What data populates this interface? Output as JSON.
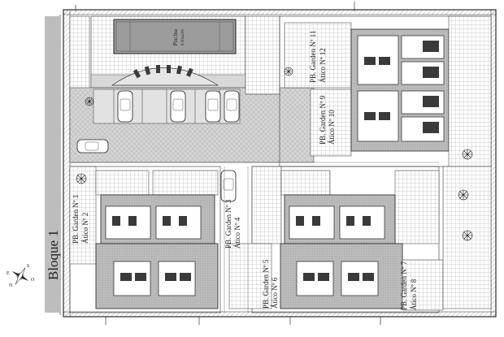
{
  "block_title": "Bloque 1",
  "pool": {
    "label_line1": "Piscina",
    "label_line2": "8.50x4.00"
  },
  "units": [
    {
      "id": "north-upper",
      "line1": "PB. Garden Nº 11",
      "line2": "Ático Nº 12"
    },
    {
      "id": "north-lower",
      "line1": "PB. Garden Nº 9",
      "line2": "Ático Nº 10"
    },
    {
      "id": "sw-upper",
      "line1": "PB. Garden Nº 1",
      "line2": "Ático Nº 2"
    },
    {
      "id": "center",
      "line1": "PB. Garden Nº 3",
      "line2": "Ático Nº 4"
    },
    {
      "id": "south-mid",
      "line1": "PB. Garden Nº 5",
      "line2": "Ático Nº 6"
    },
    {
      "id": "south-east",
      "line1": "PB. Garden Nº 7",
      "line2": "Ático Nº 8"
    }
  ],
  "compass": {
    "n": "N",
    "s": "S",
    "e": "E",
    "o": "O"
  },
  "colors": {
    "line": "#2a2a2a",
    "hatch": "#6a6a6a",
    "grey_fill": "#c9c9c9",
    "dark_fill": "#3a3a3a",
    "paper": "#ffffff"
  }
}
